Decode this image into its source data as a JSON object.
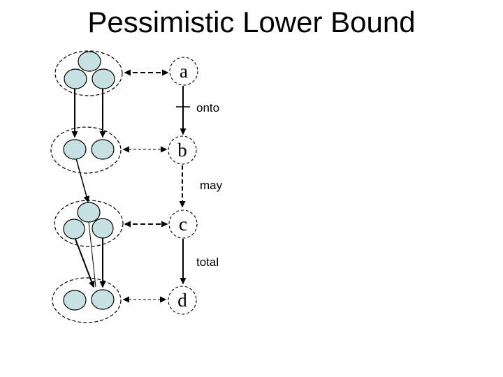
{
  "title": "Pessimistic Lower Bound",
  "colors": {
    "background": "#ffffff",
    "element_fill": "#c7e1e3",
    "line": "#000000",
    "text": "#000000"
  },
  "diagram": {
    "abstract_nodes": [
      {
        "label": "a"
      },
      {
        "label": "b"
      },
      {
        "label": "c"
      },
      {
        "label": "d"
      }
    ],
    "edge_labels": [
      {
        "from": "a",
        "to": "b",
        "label": "onto"
      },
      {
        "from": "b",
        "to": "c",
        "label": "may"
      },
      {
        "from": "c",
        "to": "d",
        "label": "total"
      }
    ],
    "concrete_groups": [
      {
        "paired_node": "a",
        "element_count": 3
      },
      {
        "paired_node": "b",
        "element_count": 2
      },
      {
        "paired_node": "c",
        "element_count": 3
      },
      {
        "paired_node": "d",
        "element_count": 2
      }
    ]
  }
}
